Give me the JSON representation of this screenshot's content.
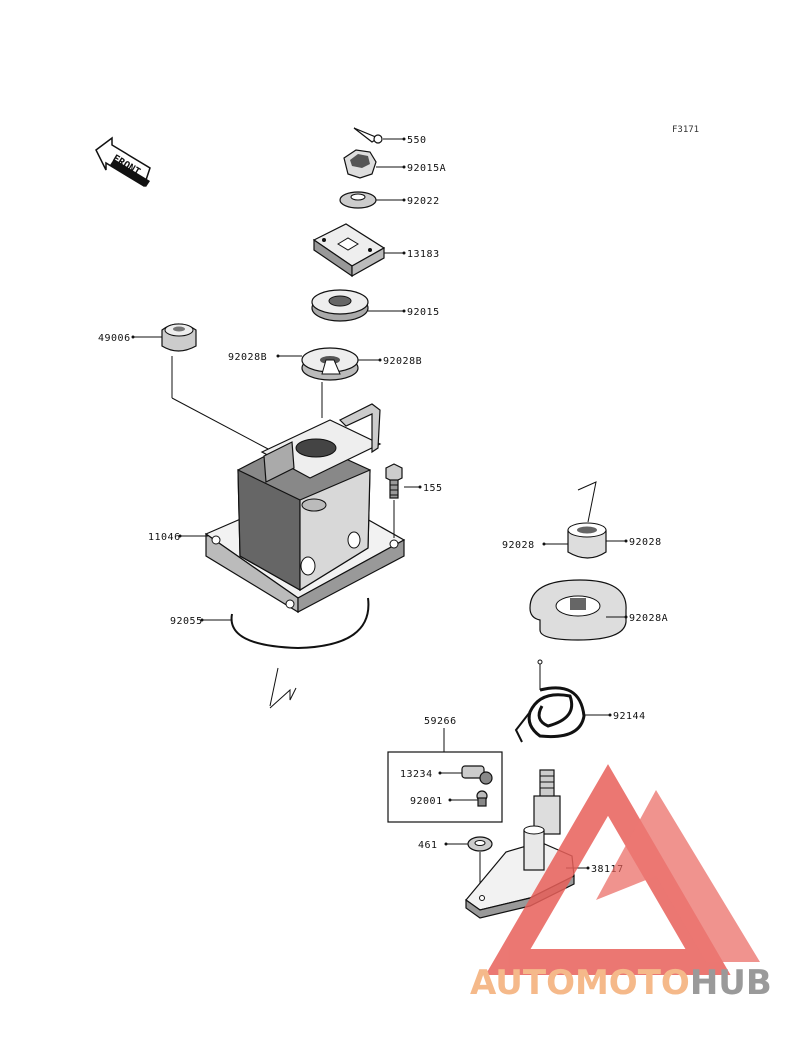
{
  "figure_code": "F3171",
  "front_label": "FRONT",
  "parts": [
    {
      "id": "p550",
      "label": "550"
    },
    {
      "id": "p92015a",
      "label": "92015A"
    },
    {
      "id": "p92022",
      "label": "92022"
    },
    {
      "id": "p13183",
      "label": "13183"
    },
    {
      "id": "p92015",
      "label": "92015"
    },
    {
      "id": "p49006",
      "label": "49006"
    },
    {
      "id": "p92028b_l",
      "label": "92028B"
    },
    {
      "id": "p92028b_r",
      "label": "92028B"
    },
    {
      "id": "p155",
      "label": "155"
    },
    {
      "id": "p11046",
      "label": "11046"
    },
    {
      "id": "p92055",
      "label": "92055"
    },
    {
      "id": "p92028_l",
      "label": "92028"
    },
    {
      "id": "p92028_r",
      "label": "92028"
    },
    {
      "id": "p92028a",
      "label": "92028A"
    },
    {
      "id": "p92144",
      "label": "92144"
    },
    {
      "id": "p59266",
      "label": "59266"
    },
    {
      "id": "p13234",
      "label": "13234"
    },
    {
      "id": "p92001",
      "label": "92001"
    },
    {
      "id": "p461",
      "label": "461"
    },
    {
      "id": "p38117",
      "label": "38117"
    }
  ],
  "watermark": {
    "part1": "AUTOMOTO",
    "part2": "HUB",
    "color1": "#f5b98a",
    "color2": "#9a9a9a",
    "triangle_color": "#e8605a"
  }
}
